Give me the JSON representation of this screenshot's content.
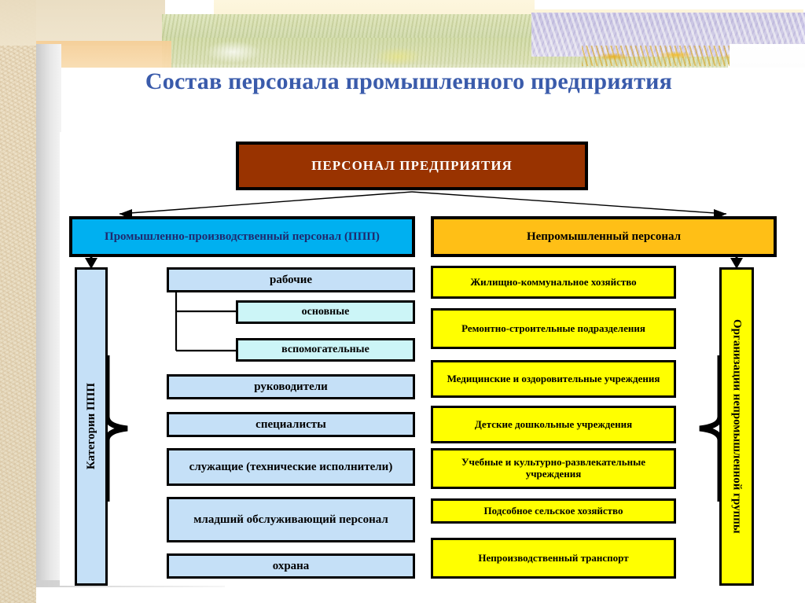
{
  "slide": {
    "title": "Состав персонала промышленного предприятия",
    "title_color": "#3a5bab"
  },
  "diagram": {
    "type": "hierarchy",
    "root": {
      "label": "ПЕРСОНАЛ ПРЕДПРИЯТИЯ",
      "fill": "#993300",
      "text_color": "#ffffff"
    },
    "branches": [
      {
        "id": "ppp",
        "label": "Промышленно-производственный персонал (ППП)",
        "fill": "#00b0f0",
        "text_color": "#1f2a6e",
        "side_label": "Категории ППП",
        "side_fill": "#c5e0f7",
        "children": [
          {
            "label": "рабочие",
            "fill": "#c5e0f7"
          },
          {
            "label": "основные",
            "fill": "#ccf5f7",
            "level": 2
          },
          {
            "label": "вспомогательные",
            "fill": "#ccf5f7",
            "level": 2
          },
          {
            "label": "руководители",
            "fill": "#c5e0f7"
          },
          {
            "label": "специалисты",
            "fill": "#c5e0f7"
          },
          {
            "label": "служащие (технические исполнители)",
            "fill": "#c5e0f7"
          },
          {
            "label": "младший обслуживающий персонал",
            "fill": "#c5e0f7"
          },
          {
            "label": "охрана",
            "fill": "#c5e0f7"
          }
        ]
      },
      {
        "id": "nonprom",
        "label": "Непромышленный персонал",
        "fill": "#ffbf16",
        "text_color": "#000000",
        "side_label": "Организации непромышленной группы",
        "side_fill": "#ffff00",
        "children": [
          {
            "label": "Жилищно-коммунальное хозяйство",
            "fill": "#ffff00"
          },
          {
            "label": "Ремонтно-строительные подразделения",
            "fill": "#ffff00"
          },
          {
            "label": "Медицинские и оздоровительные учреждения",
            "fill": "#ffff00"
          },
          {
            "label": "Детские дошкольные учреждения",
            "fill": "#ffff00"
          },
          {
            "label": "Учебные и культурно-развлекательные учреждения",
            "fill": "#ffff00"
          },
          {
            "label": "Подсобное сельское хозяйство",
            "fill": "#ffff00"
          },
          {
            "label": "Непроизводственный транспорт",
            "fill": "#ffff00"
          }
        ]
      }
    ]
  },
  "boxes": {
    "root": "ПЕРСОНАЛ ПРЕДПРИЯТИЯ",
    "ppp": "Промышленно-производственный персонал (ППП)",
    "nonprom": "Непромышленный персонал",
    "cat_side": "Категории ППП",
    "org_side": "Организации непромышленной группы",
    "l1": "рабочие",
    "l2": "основные",
    "l3": "вспомогательные",
    "l4": "руководители",
    "l5": "специалисты",
    "l6": "служащие (технические исполнители)",
    "l7": "младший обслуживающий персонал",
    "l8": "охрана",
    "r1": "Жилищно-коммунальное хозяйство",
    "r2": "Ремонтно-строительные подразделения",
    "r3": "Медицинские и оздоровительные учреждения",
    "r4": "Детские дошкольные учреждения",
    "r5": "Учебные и культурно-развлекательные учреждения",
    "r6": "Подсобное сельское хозяйство",
    "r7": "Непроизводственный транспорт"
  }
}
